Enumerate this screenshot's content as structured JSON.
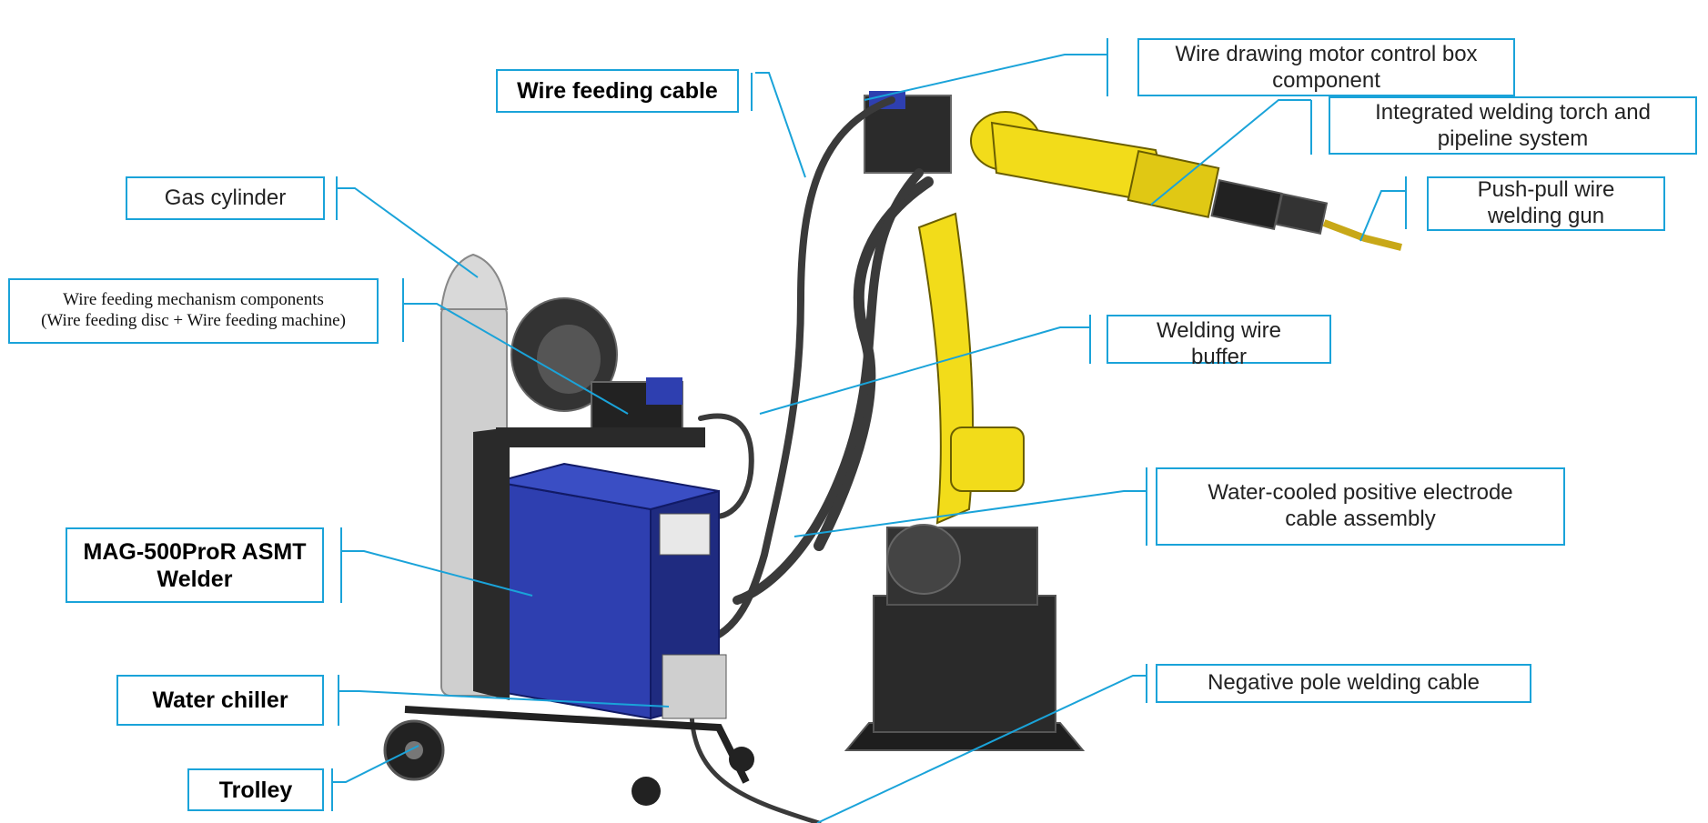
{
  "colors": {
    "callout": "#1aa3d9",
    "robot": "#f2dc1a",
    "welder": "#2e3fb0",
    "cylinder": "#cfcfcf",
    "base": "#2a2a2a"
  },
  "labels": {
    "wire_feeding_cable": "Wire feeding cable",
    "wire_drawing_motor": "Wire drawing motor control box\ncomponent",
    "integrated_torch": "Integrated welding torch and\npipeline system",
    "push_pull_gun": "Push-pull wire\nwelding gun",
    "gas_cylinder": "Gas cylinder",
    "wire_feeding_mechanism": "Wire feeding mechanism components\n(Wire feeding disc + Wire feeding machine)",
    "welding_wire_buffer": "Welding wire\nbuffer",
    "water_cooled_cable": "Water-cooled positive electrode\ncable assembly",
    "welder": "MAG-500ProR ASMT\nWelder",
    "water_chiller": "Water chiller",
    "negative_cable": "Negative pole welding cable",
    "trolley": "Trolley"
  }
}
